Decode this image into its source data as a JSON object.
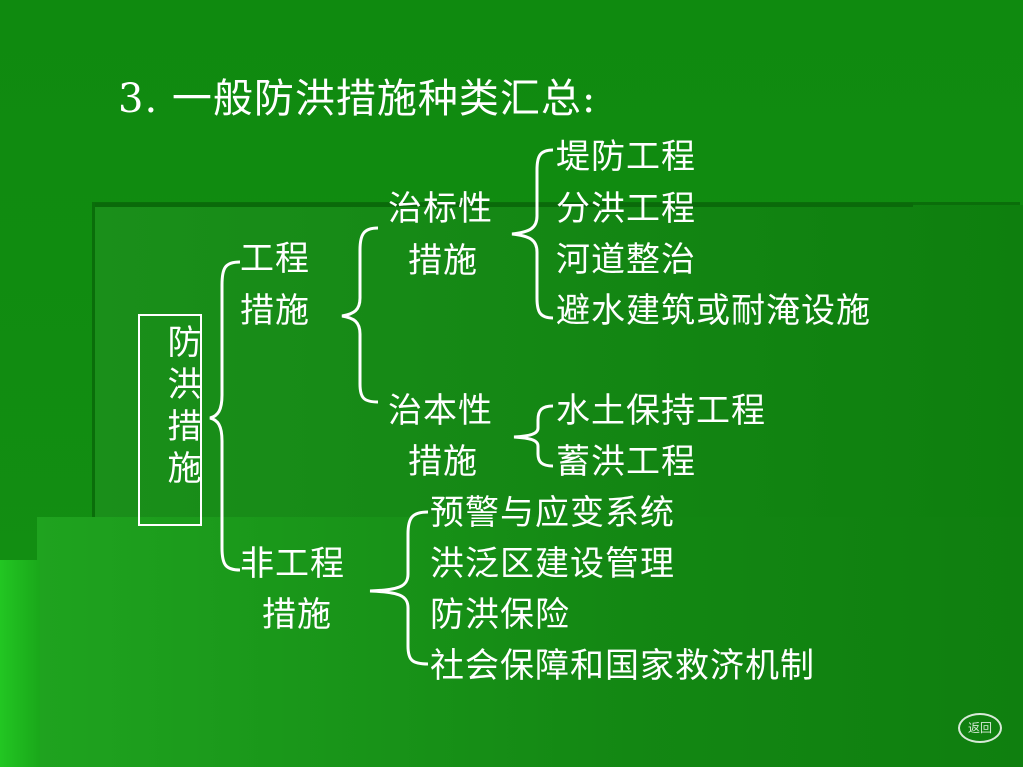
{
  "title": "3. 一般防洪措施种类汇总:",
  "root": "防洪措施",
  "engineering": {
    "label_line1": "工程",
    "label_line2": "措施",
    "symptom": {
      "label_line1": "治标性",
      "label_line2": "措施",
      "items": [
        "堤防工程",
        "分洪工程",
        "河道整治",
        "避水建筑或耐淹设施"
      ]
    },
    "root_cause": {
      "label_line1": "治本性",
      "label_line2": "措施",
      "items": [
        "水土保持工程",
        "蓄洪工程"
      ]
    }
  },
  "non_engineering": {
    "label_line1": "非工程",
    "label_line2": "措施",
    "items": [
      "预警与应变系统",
      "洪泛区建设管理",
      "防洪保险",
      "社会保障和国家救济机制"
    ]
  },
  "return_button": "返回",
  "colors": {
    "background": "#108a10",
    "text": "#ffffff"
  }
}
